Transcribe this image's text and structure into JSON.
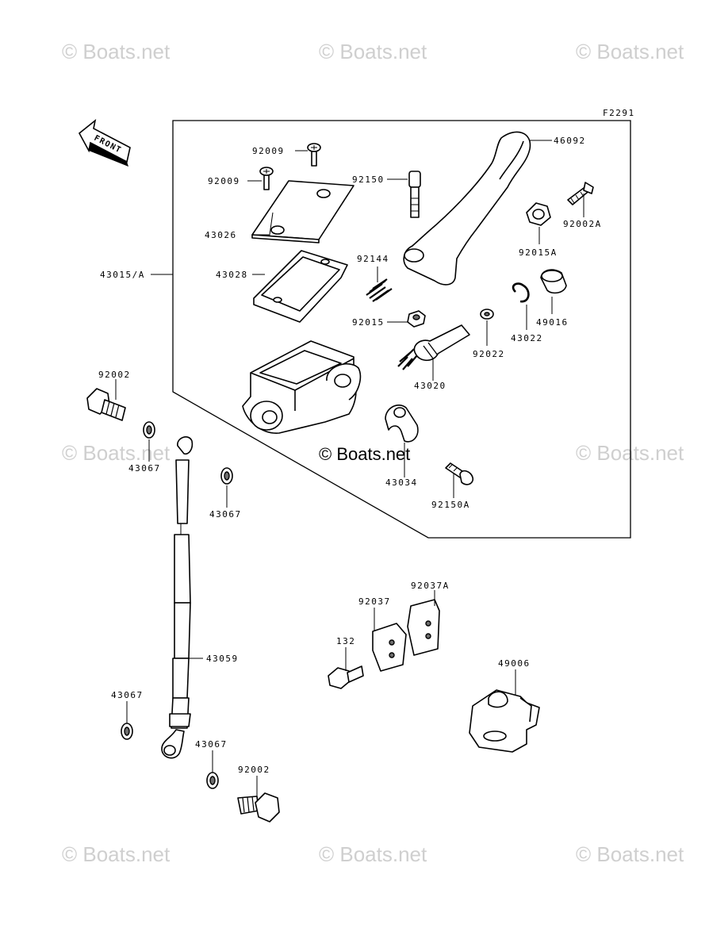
{
  "watermark": "© Boats.net",
  "figure_code": "F2291",
  "front_label": "FRONT",
  "labels": {
    "p46092": "46092",
    "p92009a": "92009",
    "p92009b": "92009",
    "p92150": "92150",
    "p92002A": "92002A",
    "p43026": "43026",
    "p92015A": "92015A",
    "p43015A": "43015/A",
    "p92144": "92144",
    "p43028": "43028",
    "p92015": "92015",
    "p92022": "92022",
    "p43022": "43022",
    "p49016": "49016",
    "p43020": "43020",
    "p92002a": "92002",
    "p43067a": "43067",
    "p43067b": "43067",
    "p43034": "43034",
    "p92150A": "92150A",
    "p92037A": "92037A",
    "p92037": "92037",
    "p132": "132",
    "p43059": "43059",
    "p49006": "49006",
    "p43067c": "43067",
    "p43067d": "43067",
    "p92002b": "92002"
  }
}
